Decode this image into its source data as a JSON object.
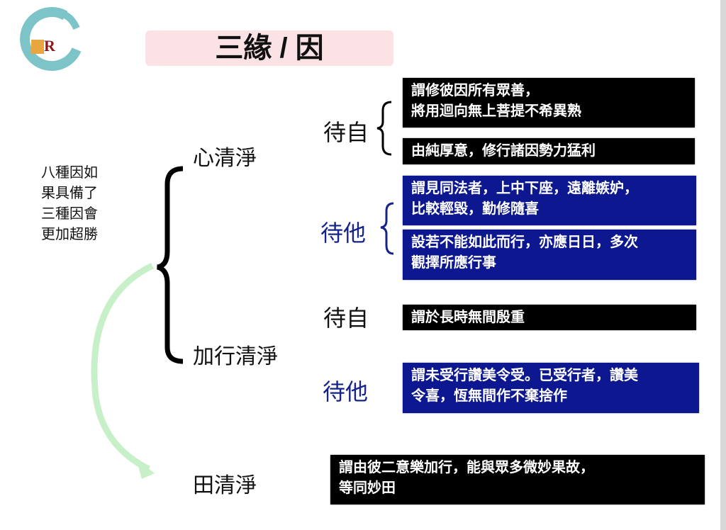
{
  "title": "三緣 / 因",
  "logo": {
    "letter": "R"
  },
  "side_note": [
    "八種因如",
    "果具備了",
    "三種因會",
    "更加超勝"
  ],
  "categories": {
    "mind": "心清淨",
    "practice": "加行清淨",
    "field": "田清淨"
  },
  "labels": {
    "self_1": "待自",
    "other_1": "待他",
    "self_2": "待自",
    "other_2": "待他"
  },
  "boxes": [
    {
      "lines": [
        "謂修彼因所有眾善，",
        "將用迴向無上菩提不希異熟"
      ]
    },
    {
      "lines": [
        "由純厚意，修行諸因勢力猛利"
      ]
    },
    {
      "lines": [
        "謂見同法者，上中下座，遠離嫉妒，",
        "比較輕毀，勤修隨喜"
      ]
    },
    {
      "lines": [
        "設若不能如此而行，亦應日日，多次",
        "觀擇所應行事"
      ]
    },
    {
      "lines": [
        "謂於長時無間殷重"
      ]
    },
    {
      "lines": [
        "謂未受行讚美令受。已受行者，讚美",
        "令喜，恆無間作不棄捨作"
      ]
    },
    {
      "lines": [
        "謂由彼二意樂加行，能與眾多微妙果故，",
        "等同妙田"
      ]
    }
  ],
  "colors": {
    "blue_box": "#0c1790",
    "black_box": "#000000",
    "title_bg": "#fbe3e5",
    "arrow": "#c8f0c8",
    "logo": "#7cc4c8"
  }
}
